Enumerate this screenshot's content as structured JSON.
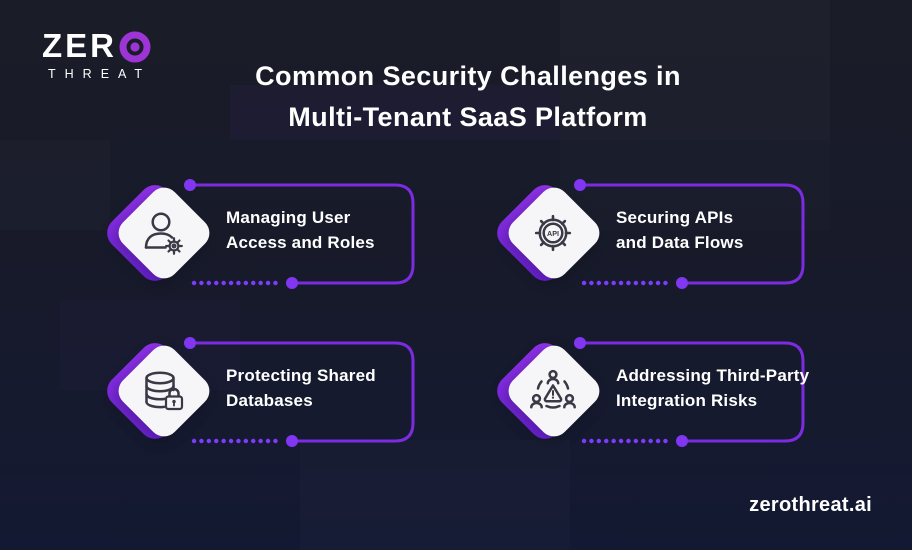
{
  "brand": {
    "logo_text": "ZER",
    "logo_o_icon": "target-icon",
    "logo_subtext": "THREAT"
  },
  "header": {
    "title_line1": "Common Security Challenges in",
    "title_line2": "Multi-Tenant SaaS Platform"
  },
  "cards": [
    {
      "icon": "user-roles-icon",
      "label_line1": "Managing User",
      "label_line2": "Access and Roles"
    },
    {
      "icon": "api-gear-icon",
      "icon_text": "API",
      "label_line1": "Securing APIs",
      "label_line2": "and Data Flows"
    },
    {
      "icon": "database-lock-icon",
      "label_line1": "Protecting Shared",
      "label_line2": "Databases"
    },
    {
      "icon": "third-party-network-icon",
      "label_line1": "Addressing Third-Party",
      "label_line2": "Integration Risks"
    }
  ],
  "footer": {
    "website": "zerothreat.ai"
  },
  "colors": {
    "background_top": "#1a1c27",
    "background_bottom": "#141933",
    "accent_line": "#7b2be0",
    "accent_dot": "#8136f2",
    "small_dots": "#7d3bff",
    "diamond_gradient_start": "#9333ea",
    "diamond_gradient_end": "#6a21d8",
    "diamond_fill": "#f6f5f8",
    "icon_stroke": "#3a3946",
    "logo_ring": "#9c34d6",
    "text": "#ffffff"
  }
}
